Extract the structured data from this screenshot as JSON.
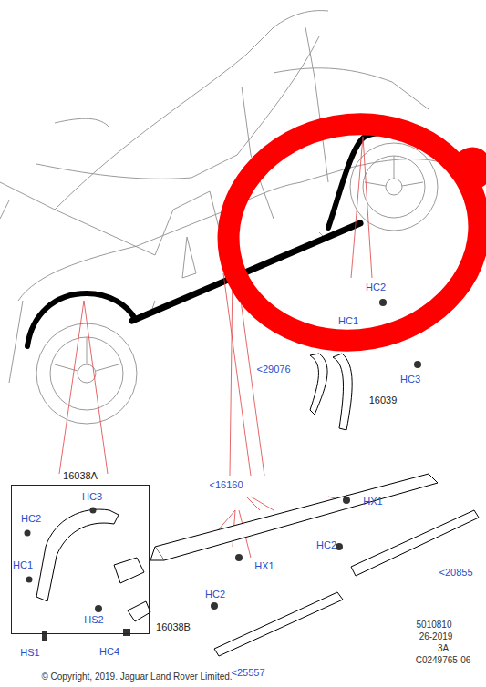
{
  "diagram": {
    "nodes": [
      {
        "text": [
          "16038A"
        ]
      }
    ],
    "labels": [
      "HC2",
      "HC1",
      "<29076",
      "HC3",
      "16039",
      "<16160",
      "HX1",
      "HX1",
      "HC2",
      "<20855",
      "HC3",
      "HC2",
      "HC1",
      "HS1",
      "HS2",
      "HC4",
      "16038B",
      "HC2",
      "<25557",
      "5010810",
      "26-2019",
      "3A",
      "C0249765-06",
      "© Copyright, 2019. Jaguar Land Rover Limited."
    ]
  }
}
